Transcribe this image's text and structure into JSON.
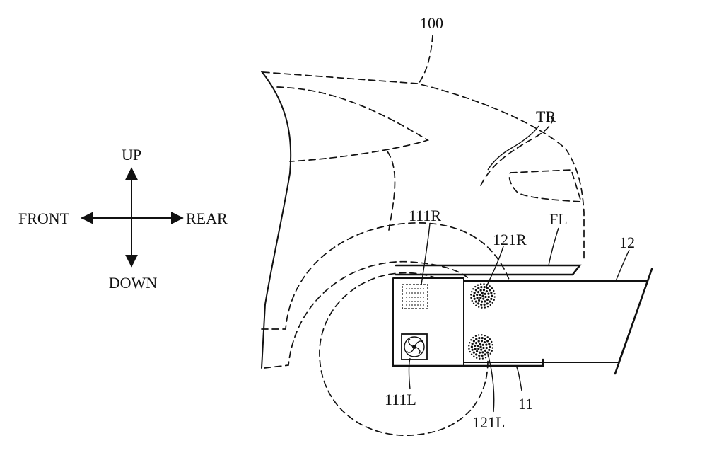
{
  "directions": {
    "up": "UP",
    "down": "DOWN",
    "front": "FRONT",
    "rear": "REAR"
  },
  "labels": {
    "vehicle": "100",
    "trunk": "TR",
    "floor": "FL",
    "rear_member": "12",
    "front_member": "11",
    "sensor_upper": "111R",
    "sensor_lower": "111L",
    "speaker_upper": "121R",
    "speaker_lower": "121L"
  },
  "colors": {
    "line": "#111111",
    "background": "#ffffff"
  }
}
